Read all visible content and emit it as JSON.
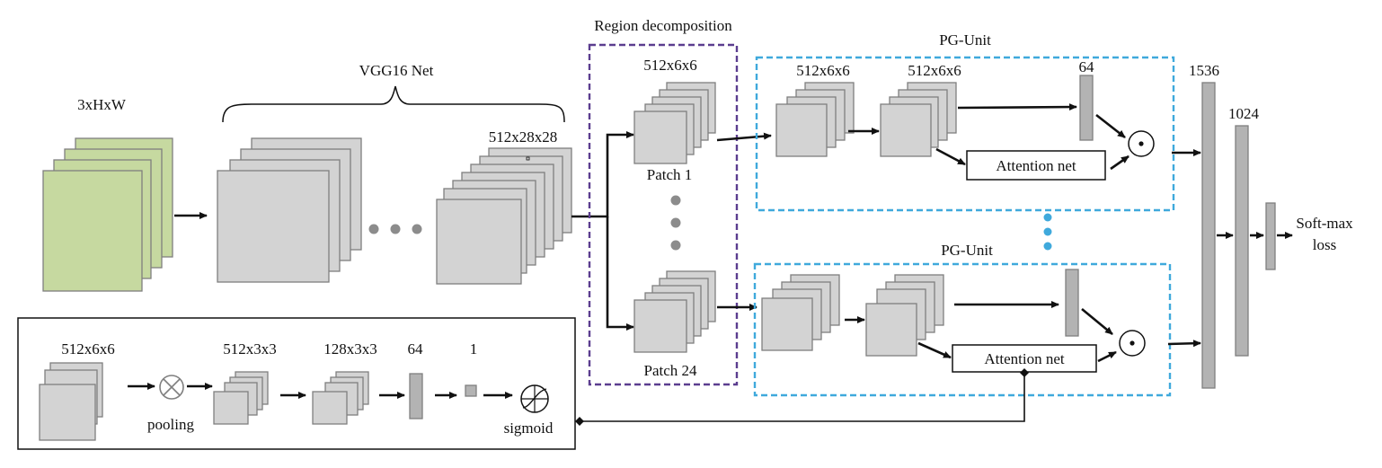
{
  "labels": {
    "input_dim": "3xHxW",
    "vgg_title": "VGG16 Net",
    "vgg_out_dim": "512x28x28",
    "region_title": "Region decomposition",
    "patch_dim": "512x6x6",
    "patch1": "Patch 1",
    "patch24": "Patch 24",
    "pg_unit_top": "PG-Unit",
    "pg_unit_bottom": "PG-Unit",
    "pg_top_dim1": "512x6x6",
    "pg_top_dim2": "512x6x6",
    "pg_top_vec": "64",
    "attention_top": "Attention net",
    "attention_bottom": "Attention net",
    "dim_1536": "1536",
    "dim_1024": "1024",
    "softmax_line1": "Soft-max",
    "softmax_line2": "loss",
    "inset_dim1": "512x6x6",
    "inset_dim2": "512x3x3",
    "inset_dim3": "128x3x3",
    "inset_dim4": "64",
    "inset_dim5": "1",
    "inset_pooling": "pooling",
    "inset_sigmoid": "sigmoid"
  },
  "colors": {
    "input_fill": "#c6d9a0",
    "map_fill": "#d3d3d3",
    "map_stroke": "#7f7f7f",
    "region_border": "#5b3d8f",
    "pg_border": "#3fa9dc",
    "dot_gray": "#8c8c8c",
    "dot_blue": "#3fa9dc",
    "line": "#111111"
  }
}
